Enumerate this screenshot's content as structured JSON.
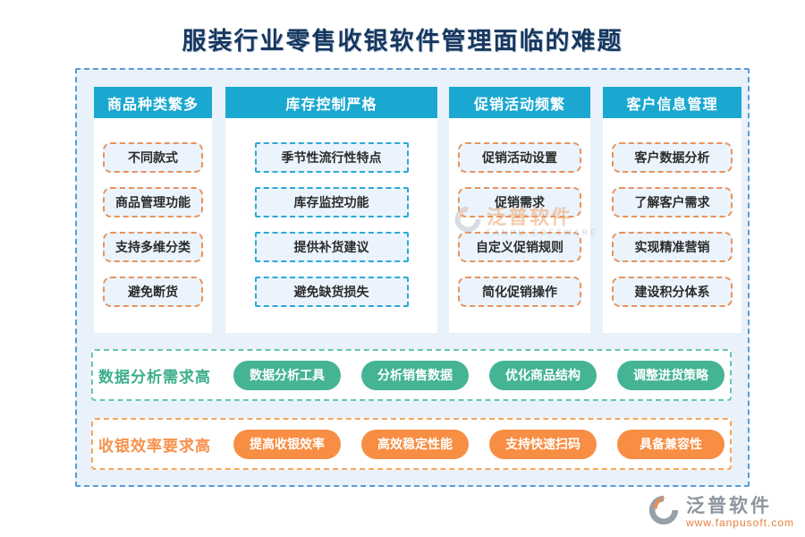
{
  "title": "服装行业零售收银软件管理面临的难题",
  "columns": [
    {
      "header": "商品种类繁多",
      "items": [
        "不同款式",
        "商品管理功能",
        "支持多维分类",
        "避免断货"
      ]
    },
    {
      "header": "库存控制严格",
      "items": [
        "季节性流行性特点",
        "库存监控功能",
        "提供补货建议",
        "避免缺货损失"
      ]
    },
    {
      "header": "促销活动频繁",
      "items": [
        "促销活动设置",
        "促销需求",
        "自定义促销规则",
        "简化促销操作"
      ]
    },
    {
      "header": "客户信息管理",
      "items": [
        "客户数据分析",
        "了解客户需求",
        "实现精准营销",
        "建设积分体系"
      ]
    }
  ],
  "bands": [
    {
      "label": "数据分析需求高",
      "pills": [
        "数据分析工具",
        "分析销售数据",
        "优化商品结构",
        "调整进货策略"
      ]
    },
    {
      "label": "收银效率要求高",
      "pills": [
        "提高收银效率",
        "高效稳定性能",
        "支持快速扫码",
        "具备兼容性"
      ]
    }
  ],
  "watermark": {
    "brand": "泛普软件",
    "caption": "FANPU SOFTWARE"
  },
  "logo": {
    "brand": "泛普软件",
    "url": "www.fanpusoft.com"
  },
  "colors": {
    "header_cyan": "#1BA8D0",
    "title_navy": "#17375E",
    "board_bg": "#E9F1FA",
    "board_border": "#5B9BD5",
    "item_bg": "#EBF4FD",
    "item_border_orange": "#E8935C",
    "item_border_blue": "#2BA9D6",
    "green_accent": "#45B494",
    "green_border": "#66C6A8",
    "orange_accent": "#F78E44",
    "orange_border": "#F6A55C",
    "logo_gray": "#8E959E",
    "logo_orange": "#E87E3A"
  }
}
